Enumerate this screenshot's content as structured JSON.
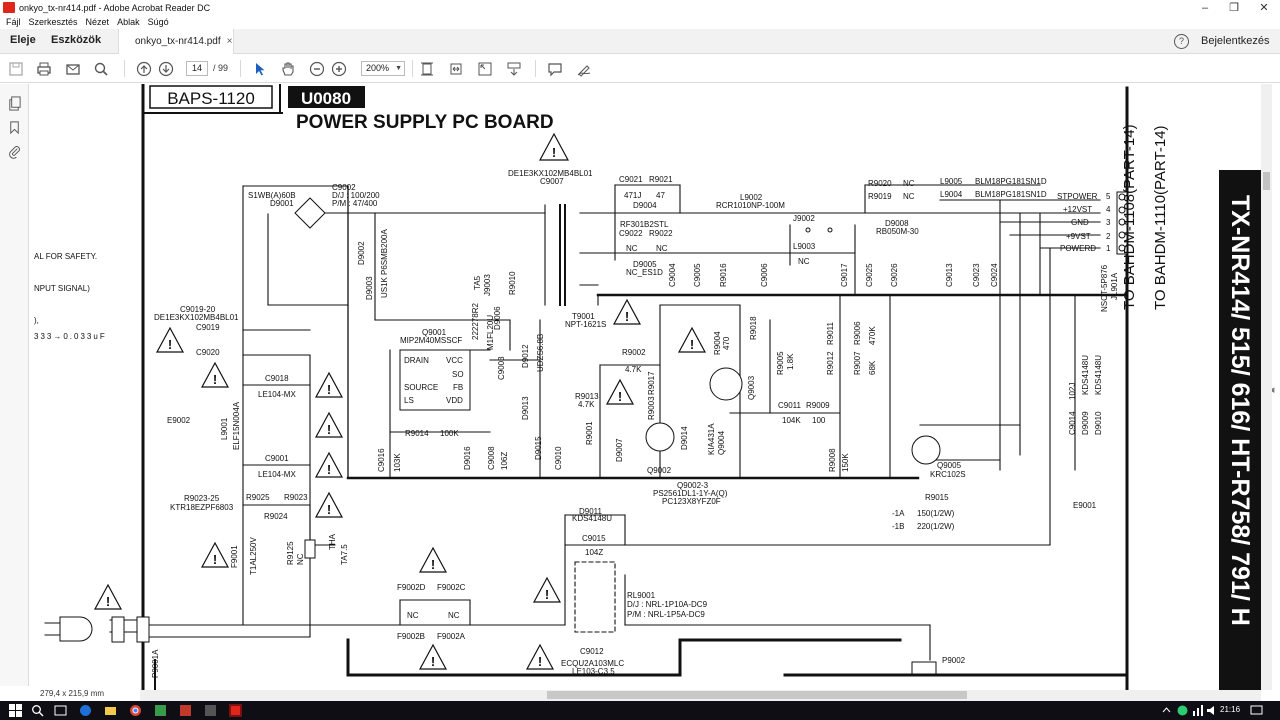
{
  "window": {
    "title": "onkyo_tx-nr414.pdf - Adobe Acrobat Reader DC",
    "controls": [
      "–",
      "❐",
      "✕"
    ]
  },
  "menu": [
    "Fájl",
    "Szerkesztés",
    "Nézet",
    "Ablak",
    "Súgó"
  ],
  "tabs": {
    "home": "Eleje",
    "tools": "Eszközök",
    "document": "onkyo_tx-nr414.pdf",
    "close": "×",
    "help": "?",
    "signin": "Bejelentkezés"
  },
  "toolbar": {
    "page_current": "14",
    "page_total": "/ 99",
    "zoom": "200%",
    "icons": [
      "save-icon",
      "print-icon",
      "email-icon",
      "search-icon",
      "page-up-icon",
      "page-down-icon",
      "select-arrow-icon",
      "hand-icon",
      "zoom-out-icon",
      "zoom-in-icon",
      "fit-page-icon",
      "fit-width-icon",
      "full-screen-icon",
      "scroll-mode-icon",
      "comment-icon",
      "sign-icon"
    ]
  },
  "statusbar": {
    "page_size": "279,4 x 215,9 mm"
  },
  "taskbar": {
    "clock": "21:16"
  },
  "schematic": {
    "model_box": "BAPS-1120",
    "board_code": "U0080",
    "board_title": "POWER SUPPLY PC BOARD",
    "side_title": "TX-NR414/ 515/ 616/ HT-R758/ 791/ H",
    "connector_to_1": "TO BAHDM-1108(PART-14)",
    "connector_to_2": "TO BAHDM-1110(PART-14)",
    "left_notes": [
      "AL FOR SAFETY.",
      "NPUT SIGNAL)",
      "),",
      "333→0.033uF"
    ],
    "connector_pins": [
      "STPOWER",
      "+12VST",
      "GND",
      "+9VST",
      "POWERD"
    ],
    "connector_pin_numbers": [
      "5",
      "4",
      "3",
      "2",
      "1"
    ],
    "labels": {
      "s1wb": "S1WB(A)60B",
      "d9001": "D9001",
      "c9002a": "C9002",
      "c9002b": "D/J : 100/200",
      "c9002c": "P/M : 47/400",
      "de1": "DE1E3KX102MB4BL01",
      "c9007": "C9007",
      "c9021": "C9021",
      "r9021": "R9021",
      "v471j": "471J",
      "v47": "47",
      "d9004": "D9004",
      "rf301": "RF301B2STL",
      "c9022": "C9022",
      "r9022": "R9022",
      "nc": "NC",
      "d9005": "D9005",
      "nc_es1d": "NC_ES1D",
      "l9002": "L9002",
      "rcr": "RCR1010NP-100M",
      "j9002": "J9002",
      "l9003": "L9003",
      "r9020": "R9020",
      "r9019": "R9019",
      "l9005": "L9005",
      "l9004": "L9004",
      "blm1": "BLM18PG181SN1D",
      "blm2": "BLM18PG181SN1D",
      "d9008": "D9008",
      "rb050": "RB050M-30",
      "c9019_20": "C9019-20",
      "de2": "DE1E3KX102MB4BL01",
      "c9019": "C9019",
      "c9020": "C9020",
      "c9018": "C9018",
      "le104a": "LE104-MX",
      "c9001": "C9001",
      "le104b": "LE104-MX",
      "l9001": "L9001",
      "elf": "ELF15N004A",
      "e9002": "E9002",
      "e9001": "E9001",
      "r9023_25": "R9023-25",
      "ktr": "KTR18EZPF6803",
      "r9025": "R9025",
      "r9023": "R9023",
      "r9024": "R9024",
      "f9001": "F9001",
      "t1al": "T1AL250V",
      "r9125": "R9125",
      "tha": "THA",
      "ta75": "TA7.5",
      "q9001": "Q9001",
      "mip": "MIP2M40MSSCF",
      "drain": "DRAIN",
      "vcc": "VCC",
      "so": "SO",
      "source": "SOURCE",
      "fb": "FB",
      "ls": "LS",
      "vdd": "VDD",
      "r9014": "R9014",
      "v100k": "100K",
      "t9001": "T9001",
      "npt": "NPT-1621S",
      "r9002": "R9002",
      "v47k": "4.7K",
      "r9013": "R9013",
      "v47k2": "4.7K",
      "q9002": "Q9002",
      "q9002_3": "Q9002-3",
      "ps25": "PS2561DL1-1Y-A(Q)",
      "pc123": "PC123X8YFZ0F",
      "q9003": "Q9003",
      "q9004": "Q9004",
      "kia": "KIA431A",
      "q9005": "Q9005",
      "krc": "KRC102S",
      "c9011": "C9011",
      "r9009": "R9009",
      "v104k": "104K",
      "v100": "100",
      "r9008": "R9008",
      "v150k": "150K",
      "r9015": "R9015",
      "r9015a": "-1A",
      "r9015b": "-1B",
      "r9015av": "150(1/2W)",
      "r9015bv": "220(1/2W)",
      "d9011": "D9011",
      "kds1": "KDS4148U",
      "c9015": "C9015",
      "v104z": "104Z",
      "rl9001": "RL9001",
      "rl_dj": "D/J : NRL-1P10A-DC9",
      "rl_pm": "P/M : NRL-1P5A-DC9",
      "c9012": "C9012",
      "ecqu": "ECQU2A103MLC",
      "le103": "LE103-C3.5",
      "f9002d": "F9002D",
      "f9002c": "F9002C",
      "f9002b": "F9002B",
      "f9002a": "F9002A",
      "p9001a": "P9001A",
      "p9002": "P9002",
      "jl901a": "JL901A",
      "nsct": "NSCT-5P876",
      "d9009": "D9009",
      "d9010": "D9010",
      "kds2": "KDS4148U",
      "kds3": "KDS4148U",
      "c9014": "C9014",
      "v102j": "102J",
      "c9016": "C9016",
      "v103k": "103K",
      "c9008": "C9008",
      "v106z": "106Z",
      "c9003": "C9003",
      "c9010": "C9010",
      "r9001": "R9001",
      "r9017": "R9017",
      "r9003": "R9003",
      "r9004": "R9004",
      "r9018": "R9018",
      "r9005": "R9005",
      "v18k": "1.8K",
      "r9012": "R9012",
      "r9011": "R9011",
      "r9007": "R9007",
      "r9006": "R9006",
      "v68k": "68K",
      "v470k": "470K",
      "v470": "470",
      "c9006": "C9006",
      "c9004": "C9004",
      "c9005": "C9005",
      "r9016": "R9016",
      "c9017": "C9017",
      "c9025": "C9025",
      "c9026": "C9026",
      "c9013": "C9013",
      "c9023": "C9023",
      "c9024": "C9024",
      "d9002": "D9002",
      "p6smb": "P6SMB200A",
      "d9003": "D9003",
      "us1k": "US1K",
      "d9006": "D9006",
      "d9007": "D9007",
      "d9012": "D9012",
      "d9013": "D9013",
      "d9014": "D9014",
      "d9015": "D9015",
      "d9016": "D9016",
      "ta5": "TA5",
      "j9003": "J9003",
      "r9010": "R9010",
      "udzs": "UDZS6.8B",
      "m1fl": "M1FL20U",
      "v2222": "222278R2"
    }
  }
}
